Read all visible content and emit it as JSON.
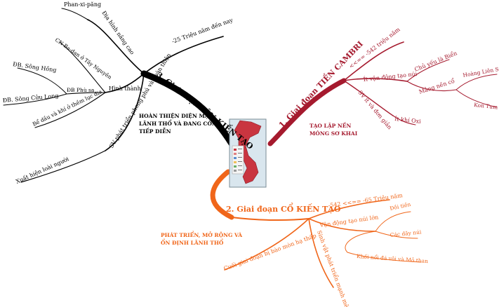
{
  "colors": {
    "black": "#000000",
    "red": "#a51a2e",
    "orange": "#f0661a",
    "map_sea": "#d9e6ee",
    "map_land": "#c93540"
  },
  "map": {
    "legend_title": "",
    "legend_rows": [
      "",
      "",
      "",
      "",
      "",
      ""
    ]
  },
  "branch_black": {
    "title": "3. Giai đoạn TÂN KIẾN TẠO",
    "note": [
      "HOÀN THIỆN DIỆN MẠO",
      "LÃNH THỔ VÀ ĐANG CÒN",
      "TIẾP DIỄN"
    ],
    "nodes": {
      "phanxipang": "Phan-xi-păng",
      "dia_hinh": "Địa hình nâng cao",
      "age": "-25 Triệu năm đến nay",
      "cn_badan": "CN Ba-dan ở Tây Nguyên",
      "db_song_hong": "ĐB. Sông Hồng",
      "db_phu_sa": "ĐB Phù sa",
      "hinh_thanh": "Hình thành",
      "db_cuu_long": "ĐB. Sông Cửu Long",
      "be_dau": "Bể dầu và khí ở thềm lục địa",
      "sv_phat_trien": "SV phát triển phong phú và hoàn thiện",
      "xuat_hien": "Xuất hiện loài người"
    }
  },
  "branch_red": {
    "title": "1. Giai đoạn TIỀN CAMBRI",
    "note": [
      "TẠO LẬP NỀN",
      "MÓNG SƠ KHAI"
    ],
    "nodes": {
      "age": "<<== -542 triệu năm",
      "it_van_dong": "Ít vận động tạo núi",
      "chu_yeu": "Chủ yếu là Biển",
      "mang_nen_co": "Mảng nền cổ",
      "hoang_lien_son": "Hoàng Liên Sơn",
      "kon_tum": "Kon Tum",
      "sv_it": "SV ít và đơn giản",
      "it_khi_oxi": "Ít khí Oxi"
    }
  },
  "branch_orange": {
    "title": "2. Giai đoạn CỔ KIẾN TẠO",
    "note": [
      "PHÁT TRIỂN, MỞ RỘNG VÀ",
      "ỔN ĐỊNH LÃNH THỔ"
    ],
    "nodes": {
      "age": "-542 <<== -65 Triệu năm",
      "van_dong_tao_nui": "Vận động tạo núi lớn",
      "doi_tien": "Đồi tiền",
      "cac_day_nui": "Các dãy núi",
      "khoi_noi": "Khối nổi đá vôi và Mỏ than",
      "cuoi_giai_doan": "Cuối giai đoạn bị bào mòn hạ thấp",
      "sinh_vat": "Sinh vật phát triển mạnh mẽ"
    }
  }
}
